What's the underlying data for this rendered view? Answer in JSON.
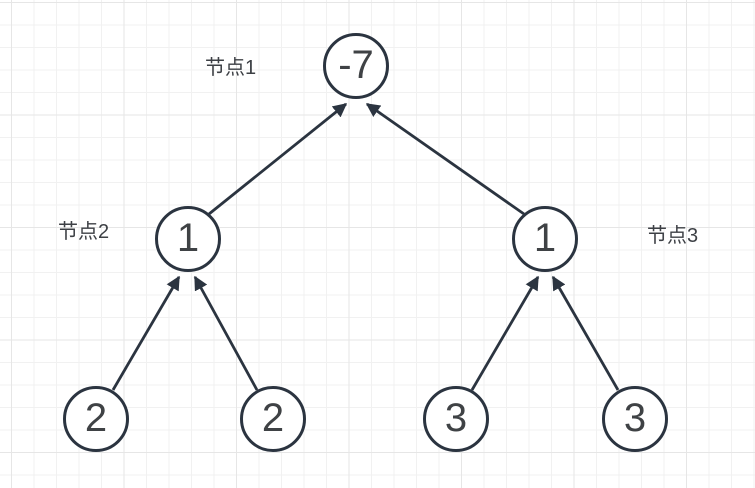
{
  "diagram": {
    "type": "tree",
    "node1": {
      "label": "节点1",
      "value": "-7"
    },
    "node2": {
      "label": "节点2",
      "value": "1"
    },
    "node3": {
      "label": "节点3",
      "value": "1"
    },
    "leaf1": {
      "value": "2"
    },
    "leaf2": {
      "value": "2"
    },
    "leaf3": {
      "value": "3"
    },
    "leaf4": {
      "value": "3"
    }
  },
  "colors": {
    "node_stroke": "#2b3440",
    "node_fill": "#ffffff",
    "node_text": "#3f4245",
    "label_text": "#3d4045",
    "edge": "#2b3440",
    "grid_minor": "#f1f1f1",
    "grid_major": "#e6e6e6",
    "background": "#ffffff"
  }
}
